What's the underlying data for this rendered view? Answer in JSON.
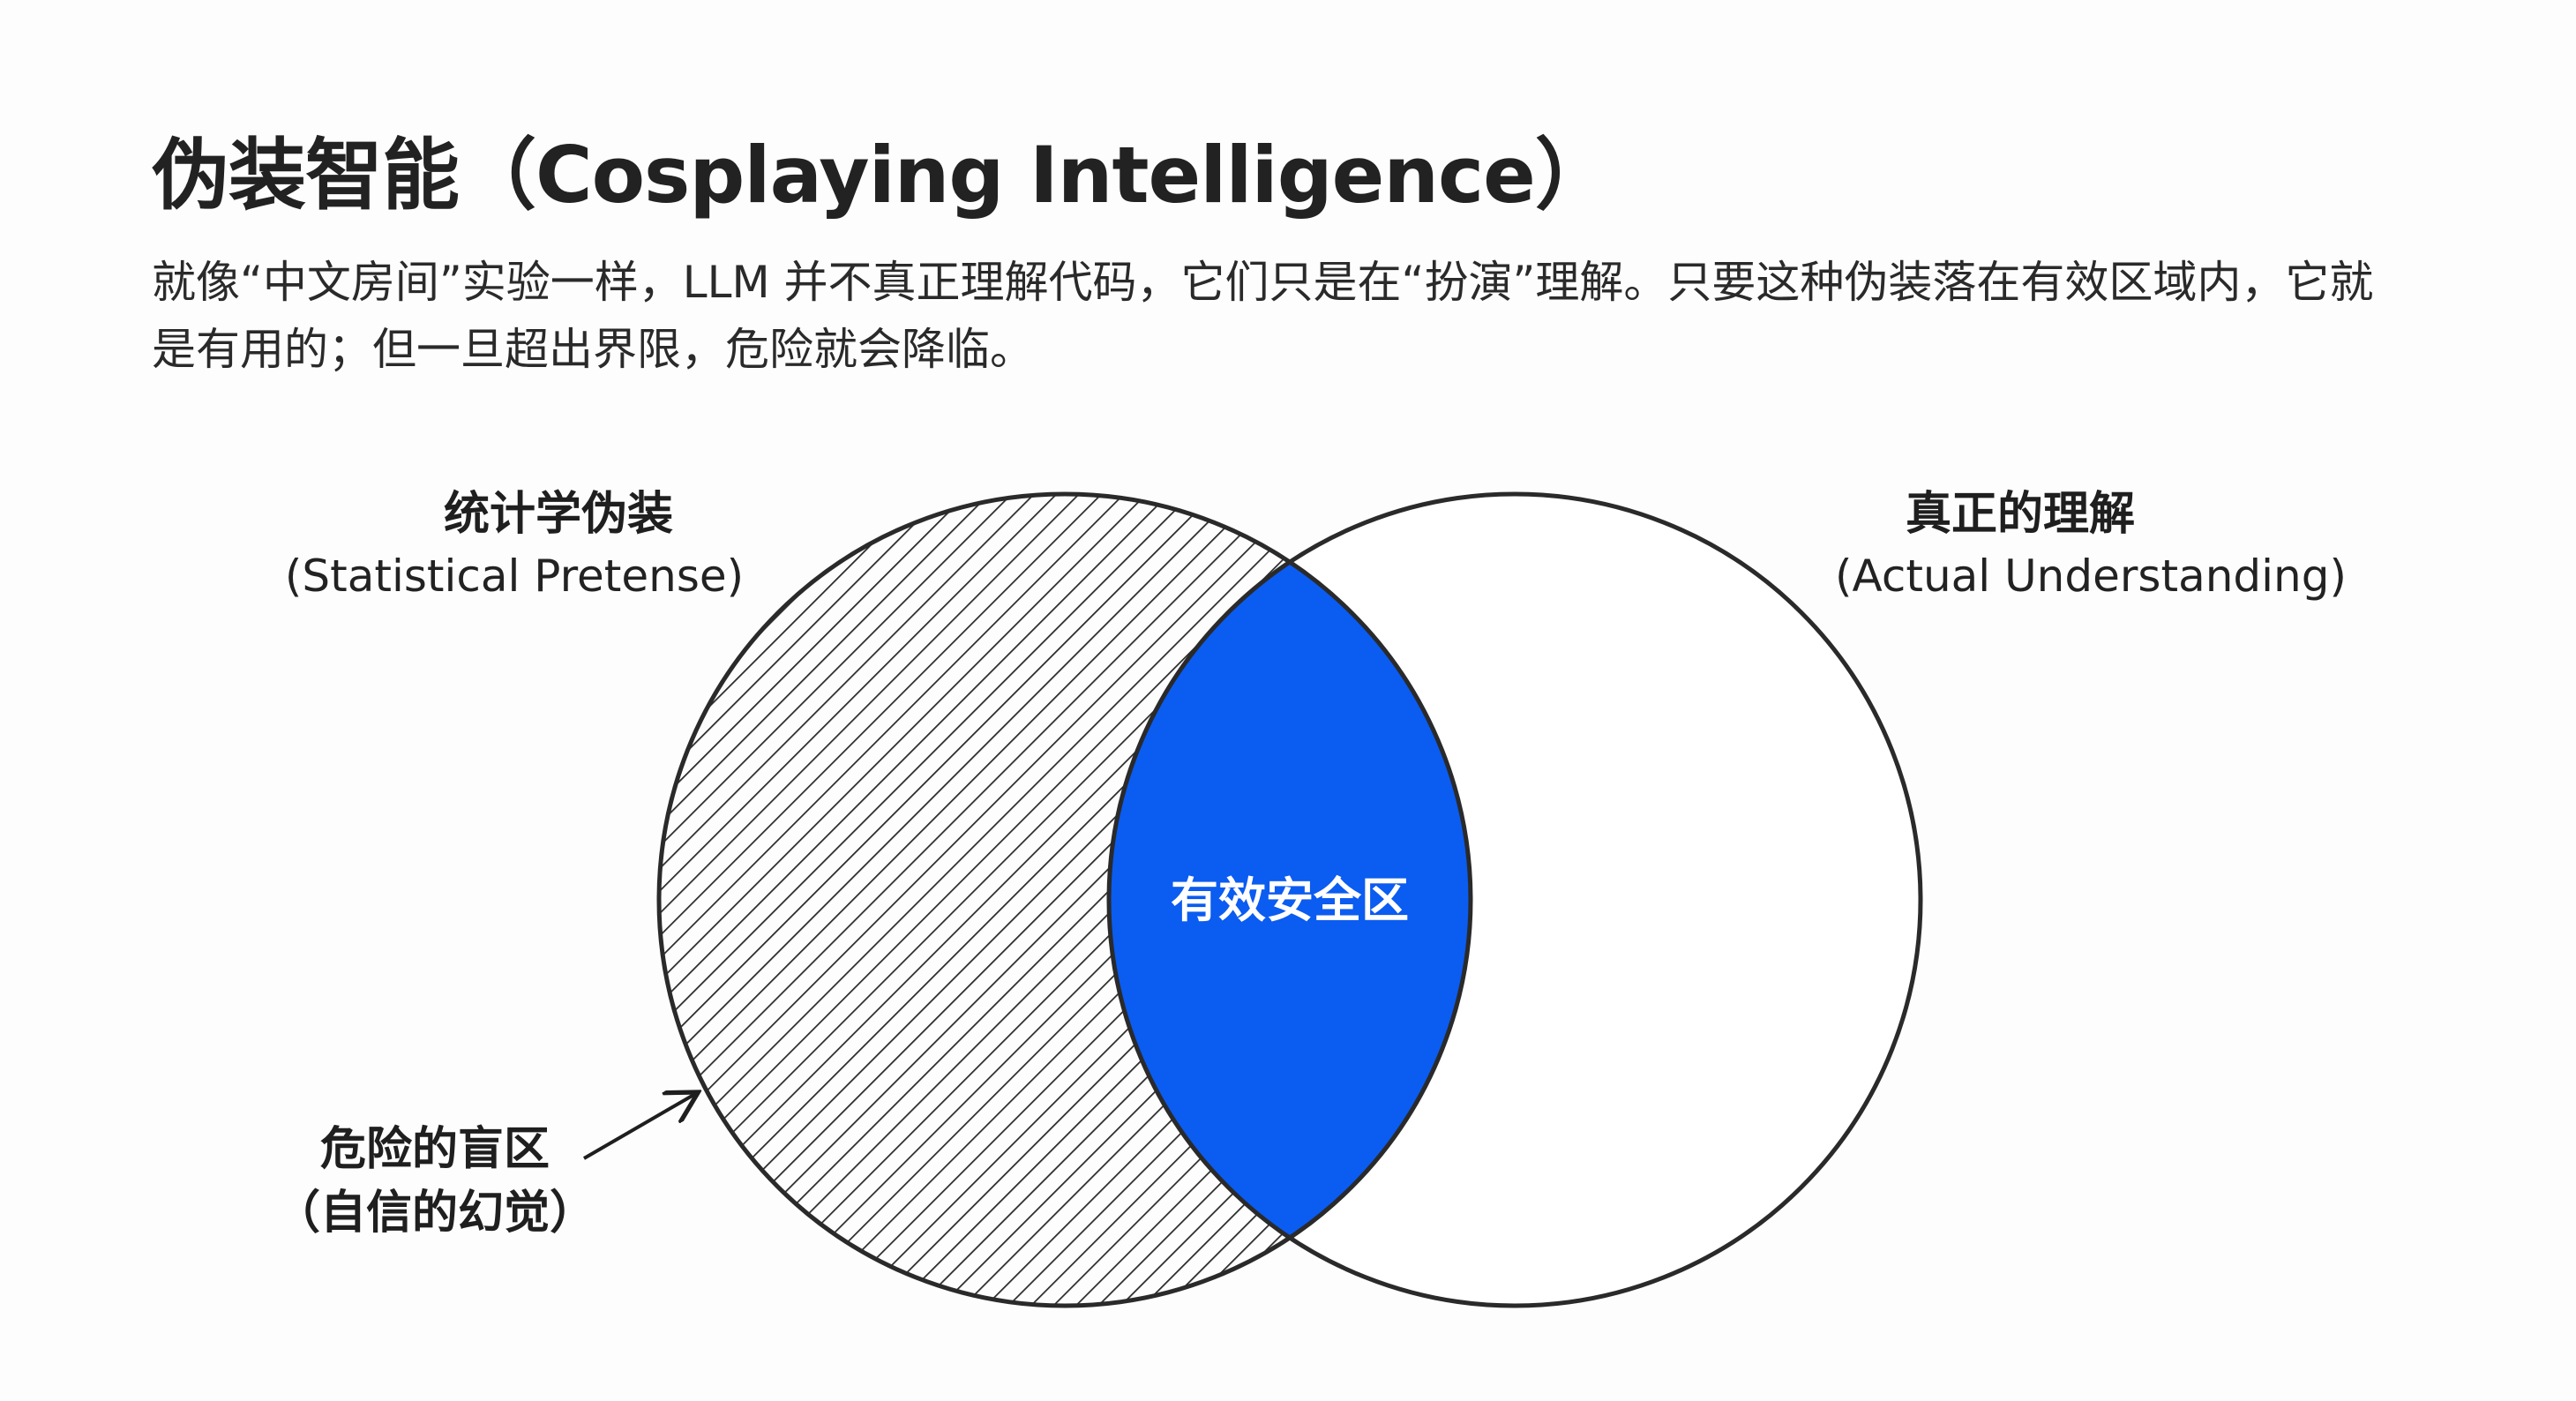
{
  "title": "伪装智能（Cosplaying Intelligence）",
  "description": "就像“中文房间”实验一样，LLM 并不真正理解代码，它们只是在“扮演”理解。只要这种伪装落在有效区域内，它就是有用的；但一旦超出界限，危险就会降临。",
  "diagram": {
    "left_set": {
      "title": "统计学伪装",
      "subtitle": "(Statistical Pretense)"
    },
    "right_set": {
      "title": "真正的理解",
      "subtitle": "(Actual Understanding)"
    },
    "intersection": {
      "label": "有效安全区",
      "color": "#0b5cf0"
    },
    "annotation": {
      "title": "危险的盲区",
      "subtitle": "（自信的幻觉）"
    }
  }
}
